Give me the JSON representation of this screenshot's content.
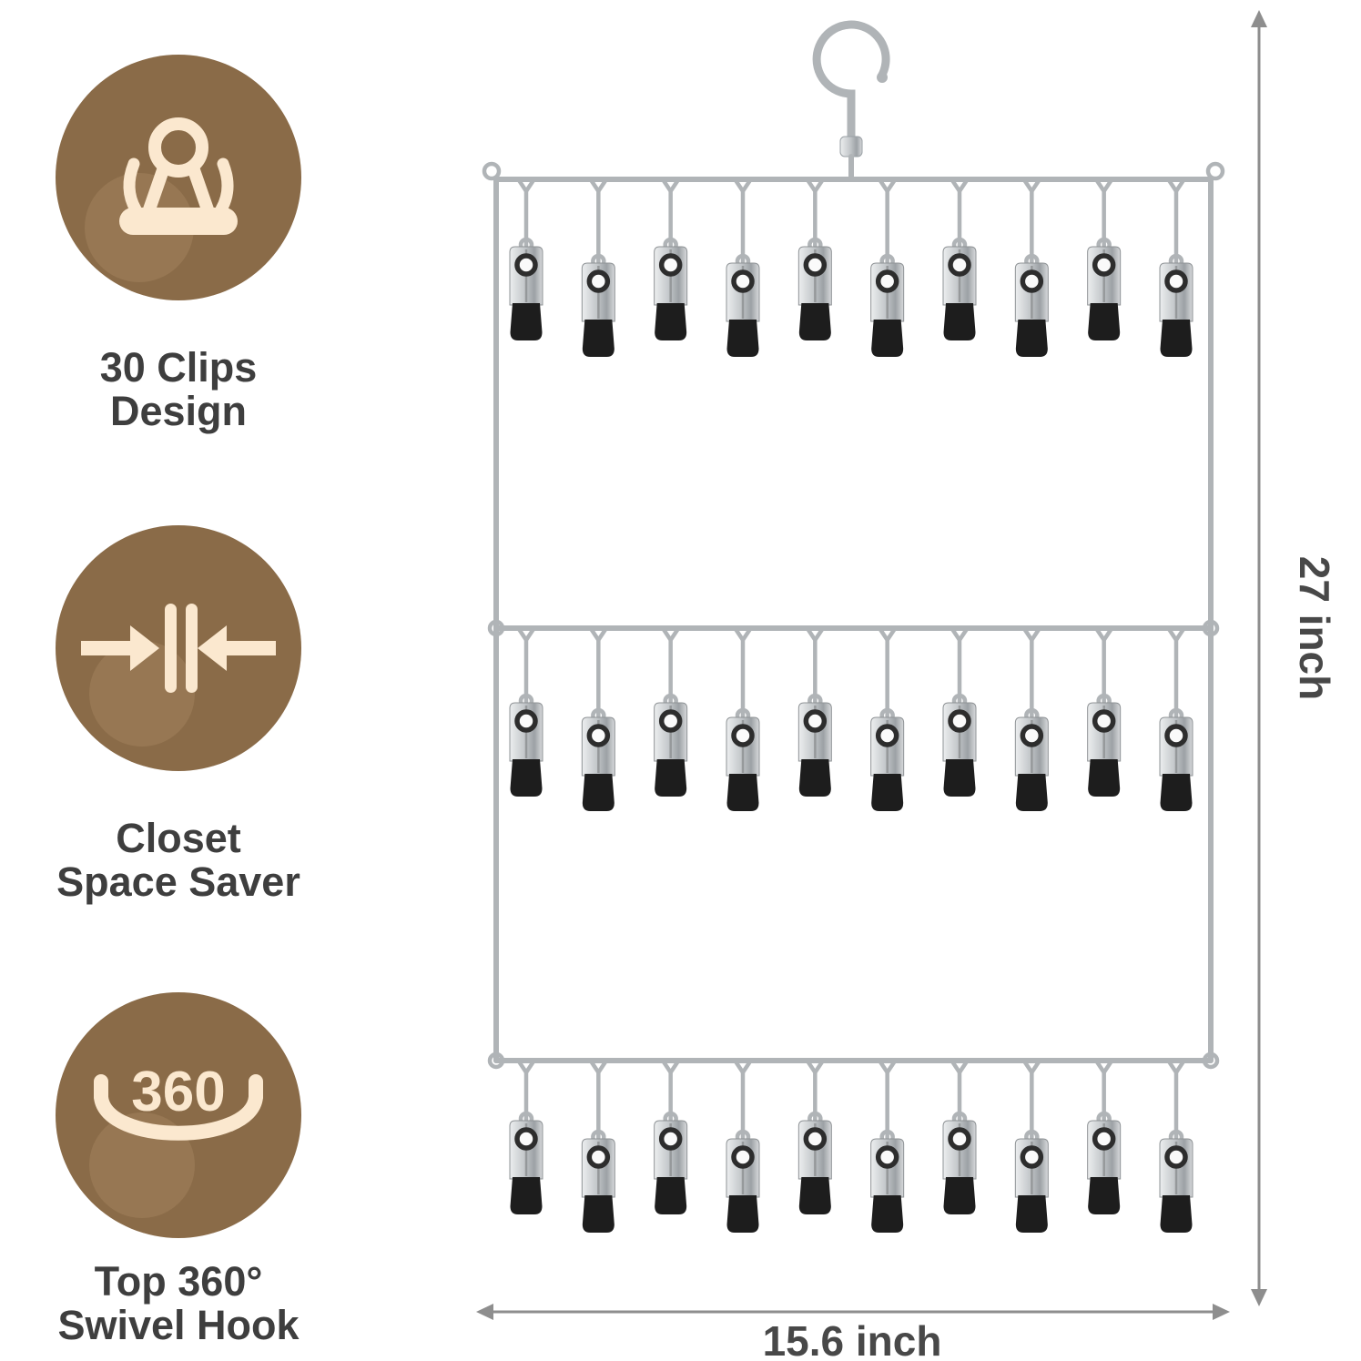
{
  "colors": {
    "badge_brown": "#8a6b48",
    "badge_cream": "#fbe8cf",
    "text_dark": "#3e3e3e",
    "wire_gray": "#b0b4b7",
    "dim_gray": "#8e8e8e",
    "clip_black": "#1d1d1d"
  },
  "badges": [
    {
      "icon": "clip-icon",
      "label_line1": "30 Clips",
      "label_line2": "Design"
    },
    {
      "icon": "compress-arrows-icon",
      "label_line1": "Closet",
      "label_line2": "Space Saver"
    },
    {
      "icon": "swivel-360-icon",
      "icon_text": "360",
      "label_line1": "Top 360°",
      "label_line2": "Swivel Hook"
    }
  ],
  "hanger": {
    "tiers": 3,
    "clips_per_tier": 10,
    "total_clips": 30
  },
  "dimensions": {
    "height_label": "27 inch",
    "width_label": "15.6 inch"
  }
}
